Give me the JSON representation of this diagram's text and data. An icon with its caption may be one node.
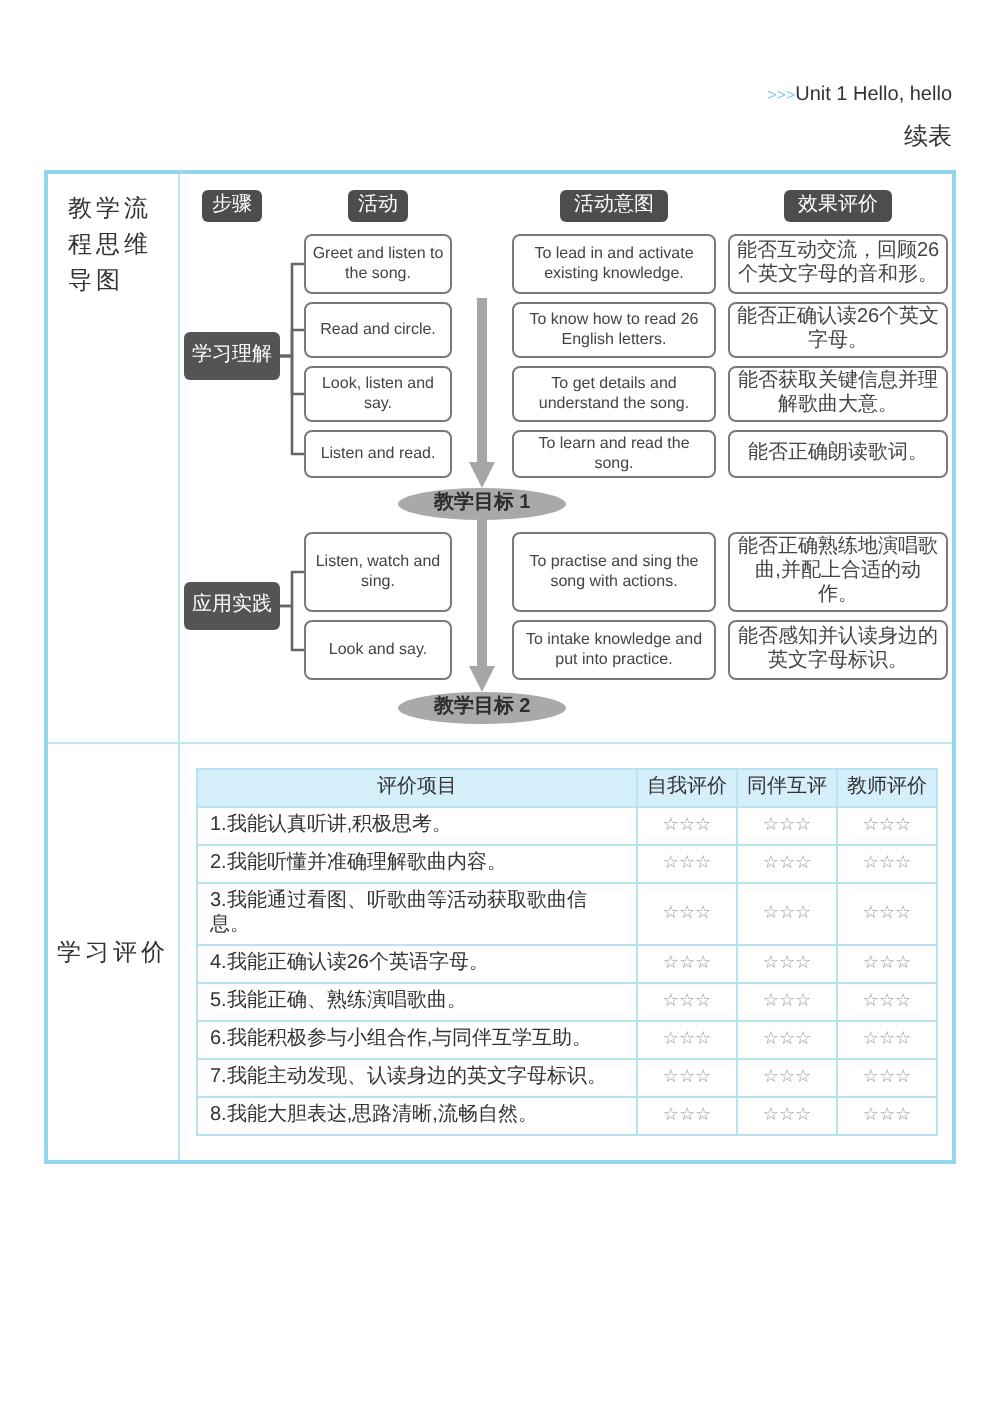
{
  "diagram": {
    "nodes": [
      {
        "text": [
          "步骤"
        ]
      },
      {
        "text": [
          "活动"
        ]
      },
      {
        "text": [
          "活动意图"
        ]
      },
      {
        "text": [
          "效果评价"
        ]
      },
      {
        "text": [
          "学习理解"
        ]
      },
      {
        "text": [
          "Greet and listen to the song."
        ]
      },
      {
        "text": [
          "To lead in and activate existing knowledge."
        ]
      },
      {
        "text": [
          "能否互动交流，回顾26个英文字母的音和形。"
        ]
      },
      {
        "text": [
          "Read and circle."
        ]
      },
      {
        "text": [
          "To know how to read 26 English letters."
        ]
      },
      {
        "text": [
          "能否正确认读26个英文字母。"
        ]
      },
      {
        "text": [
          "Look, listen and say."
        ]
      },
      {
        "text": [
          "To get details and understand the song."
        ]
      },
      {
        "text": [
          "能否获取关键信息并理解歌曲大意。"
        ]
      },
      {
        "text": [
          "Listen and read."
        ]
      },
      {
        "text": [
          "To learn and read the song."
        ]
      },
      {
        "text": [
          "能否正确朗读歌词。"
        ]
      },
      {
        "text": [
          "教学目标 1"
        ]
      },
      {
        "text": [
          "应用实践"
        ]
      },
      {
        "text": [
          "Listen, watch and sing."
        ]
      },
      {
        "text": [
          "To practise and sing the song with actions."
        ]
      },
      {
        "text": [
          "能否正确熟练地演唱歌曲,并配上合适的动作。"
        ]
      },
      {
        "text": [
          "Look and say."
        ]
      },
      {
        "text": [
          "To intake knowledge and put into practice."
        ]
      },
      {
        "text": [
          "能否感知并认读身边的英文字母标识。"
        ]
      },
      {
        "text": [
          "教学目标 2"
        ]
      }
    ],
    "edges": [
      {
        "from": 4,
        "to": 5,
        "arrow": "none"
      },
      {
        "from": 4,
        "to": 8,
        "arrow": "none"
      },
      {
        "from": 4,
        "to": 11,
        "arrow": "none"
      },
      {
        "from": 4,
        "to": 14,
        "arrow": "none"
      },
      {
        "from": null,
        "to": 17,
        "arrow": "to",
        "style": "thick",
        "color": "#a6a6a6"
      },
      {
        "from": 18,
        "to": 19,
        "arrow": "none"
      },
      {
        "from": 18,
        "to": 22,
        "arrow": "none"
      },
      {
        "from": 17,
        "to": 25,
        "arrow": "to",
        "style": "thick",
        "color": "#a6a6a6"
      }
    ],
    "labels": [
      ">>>",
      "Unit 1 Hello, hello",
      "续表",
      "教学流程思维导图",
      "学习评价",
      "评价项目",
      "自我评价",
      "同伴互评",
      "教师评价",
      "1.我能认真听讲,积极思考。",
      "☆☆☆",
      "☆☆☆",
      "☆☆☆",
      "2.我能听懂并准确理解歌曲内容。",
      "☆☆☆",
      "☆☆☆",
      "☆☆☆",
      "3.我能通过看图、听歌曲等活动获取歌曲信息。",
      "☆☆☆",
      "☆☆☆",
      "☆☆☆",
      "4.我能正确认读26个英语字母。",
      "☆☆☆",
      "☆☆☆",
      "☆☆☆",
      "5.我能正确、熟练演唱歌曲。",
      "☆☆☆",
      "☆☆☆",
      "☆☆☆",
      "6.我能积极参与小组合作,与同伴互学互助。",
      "☆☆☆",
      "☆☆☆",
      "☆☆☆",
      "7.我能主动发现、认读身边的英文字母标识。",
      "☆☆☆",
      "☆☆☆",
      "☆☆☆",
      "8.我能大胆表达,思路清晰,流畅自然。",
      "☆☆☆",
      "☆☆☆",
      "☆☆☆"
    ]
  }
}
